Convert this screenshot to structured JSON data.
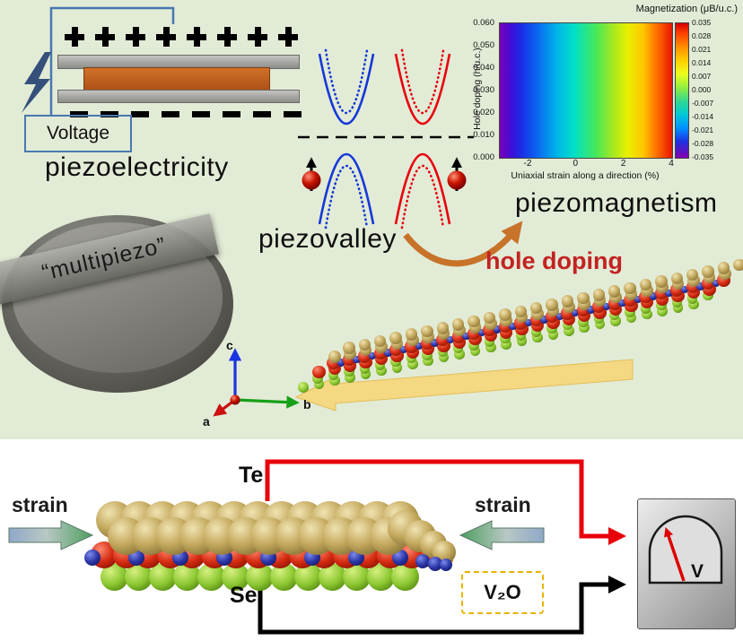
{
  "colors": {
    "panel_bg": "#e2ebd6",
    "wire_red": "#e8000b",
    "wire_black": "#000000",
    "circuit_blue": "#4878b0",
    "piezo_layer_orange": "#c06020",
    "hole_doping_red": "#c32222",
    "curved_arrow_orange": "#c8732a",
    "v2o_dash_gold": "#e8b400",
    "strain_arrow_green": "#4e9e5e",
    "atom_gold": "#c4a95e",
    "atom_red": "#d42a10",
    "atom_blue": "#2a35a8",
    "atom_green": "#8cc832"
  },
  "top_panel": {
    "piezoelectricity_label": "piezoelectricity",
    "voltage_label": "Voltage",
    "plus_count": 8,
    "minus_count": 8,
    "piezovalley_label": "piezovalley",
    "piezomagnetism_label": "piezomagnetism",
    "hole_doping_label": "hole doping",
    "wafer_label": "“multipiezo”",
    "axis_a": "a",
    "axis_b": "b",
    "axis_c": "c"
  },
  "chart_data": {
    "type": "heatmap",
    "title": "Magnetization (μB/u.c.)",
    "xlabel": "Uniaxial strain along a direction (%)",
    "ylabel": "Hole doping (h/u.c.)",
    "xlim": [
      -3.2,
      4
    ],
    "ylim": [
      0,
      0.06
    ],
    "x_ticks": [
      -2,
      0,
      2,
      4
    ],
    "y_ticks": [
      "0.060",
      "0.050",
      "0.040",
      "0.030",
      "0.020",
      "0.010",
      "0.000"
    ],
    "colorbar_ticks": [
      "0.035",
      "0.028",
      "0.021",
      "0.014",
      "0.007",
      "0.000",
      "-0.007",
      "-0.014",
      "-0.021",
      "-0.028",
      "-0.035"
    ],
    "value_range": [
      -0.035,
      0.035
    ],
    "colormap": "jet",
    "trend": "Magnetization increases monotonically with uniaxial strain from about -0.035 (purple, compressive) to +0.035 uB/u.c. (red, ~4% tensile), only weakly dependent on hole doping from 0.000 to 0.060 h/u.c."
  },
  "bottom_panel": {
    "strain_left_label": "strain",
    "strain_right_label": "strain",
    "te_label": "Te",
    "se_label": "Se",
    "v2o_label": "V₂O",
    "voltmeter_label": "V"
  }
}
